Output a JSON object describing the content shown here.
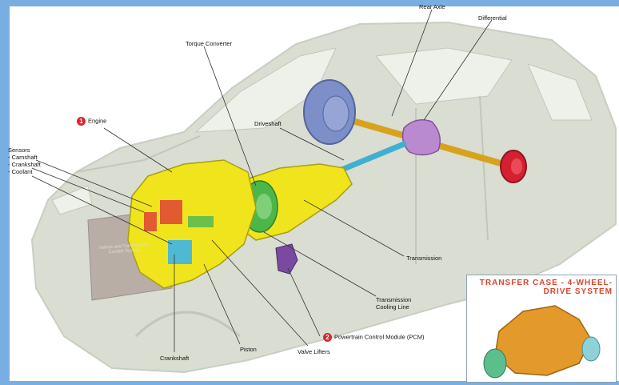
{
  "labels": {
    "rear_axle": "Rear Axle",
    "differential": "Differential",
    "torque_converter": "Torque Converter",
    "driveshaft": "Driveshaft",
    "engine": "Engine",
    "sensors": "Sensors",
    "camshaft": "- Camshaft",
    "crankshaft_sensor": "- Crankshaft",
    "coolant": "- Coolant",
    "transmission": "Transmission",
    "transmission_cooling_line": "Transmission Cooling Line",
    "pcm": "Powertrain Control Module (PCM)",
    "crankshaft": "Crankshaft",
    "piston": "Piston",
    "valve_lifters": "Valve Lifters",
    "plate_text": "Vehicle and Transmission Coolant System"
  },
  "markers": {
    "engine": "1",
    "pcm": "2"
  },
  "inset": {
    "title": "TRANSFER CASE - 4-WHEEL-DRIVE SYSTEM"
  },
  "colors": {
    "frame": "#79aee2",
    "car_body": "#d9ddd2",
    "engine_block": "#f0e51c",
    "torque_converter": "#4bb749",
    "driveshaft": "#3fb0d2",
    "differential": "#b98ad0",
    "rear_axle": "#d8a21b",
    "wheel_left": "#7d8fc9",
    "wheel_right": "#d42030",
    "pcm": "#7a4aa0",
    "transfer_case": "#e39a2b",
    "inset_title": "#d7452f",
    "marker": "#d9262b"
  }
}
